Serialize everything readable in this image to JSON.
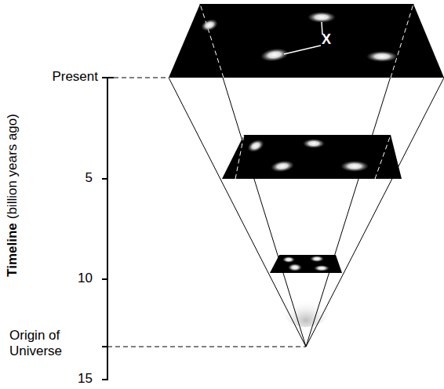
{
  "diagram": {
    "labels": [
      "X",
      "Present",
      "5",
      "10",
      "Origin of Universe",
      "15",
      "Timeline",
      "(billion years ago)"
    ]
  }
}
